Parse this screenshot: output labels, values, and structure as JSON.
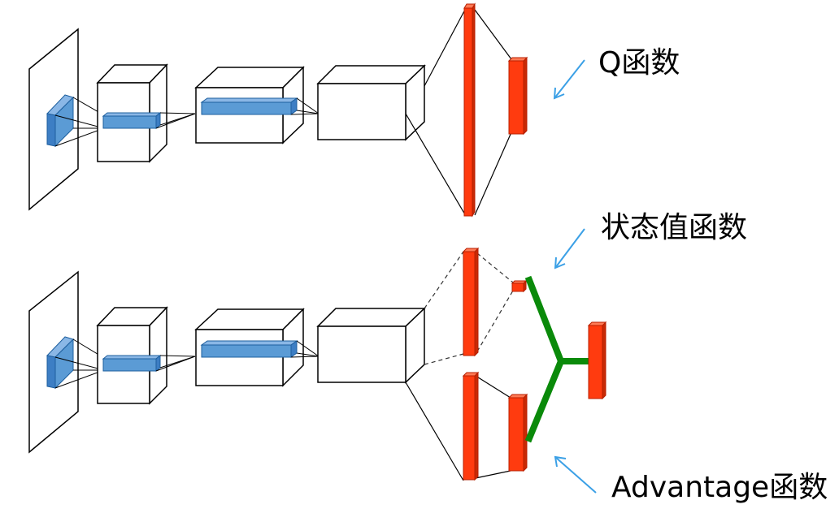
{
  "labels": {
    "q": "Q函数",
    "state_value": "状态值函数",
    "advantage": "Advantage函数"
  },
  "colors": {
    "layer_red": "#ff3b0f",
    "layer_red_dark": "#b81f00",
    "conv_blue": "#5b9bd5",
    "conv_blue_dark": "#2e6aa8",
    "aggregate_green": "#0a8a0a",
    "arrow_blue": "#3ba0e6",
    "line": "#000000"
  },
  "icons": {
    "pointer": "arrow-icon"
  }
}
